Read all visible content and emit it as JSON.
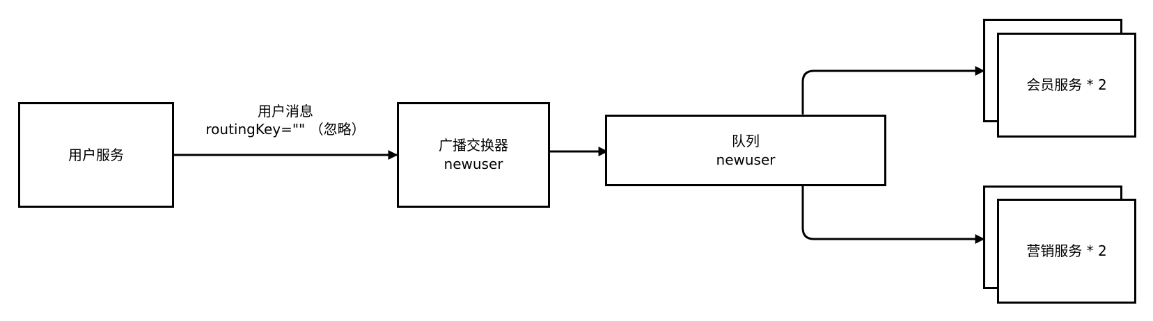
{
  "nodes": {
    "user_service": {
      "label": "用户服务"
    },
    "exchange": {
      "line1": "广播交换器",
      "line2": "newuser"
    },
    "queue": {
      "line1": "队列",
      "line2": "newuser"
    },
    "member_service": {
      "label": "会员服务 * 2"
    },
    "marketing_service": {
      "label": "营销服务 * 2"
    }
  },
  "edges": {
    "publish": {
      "line1": "用户消息",
      "line2": "routingKey=\"\" （忽略）"
    }
  }
}
